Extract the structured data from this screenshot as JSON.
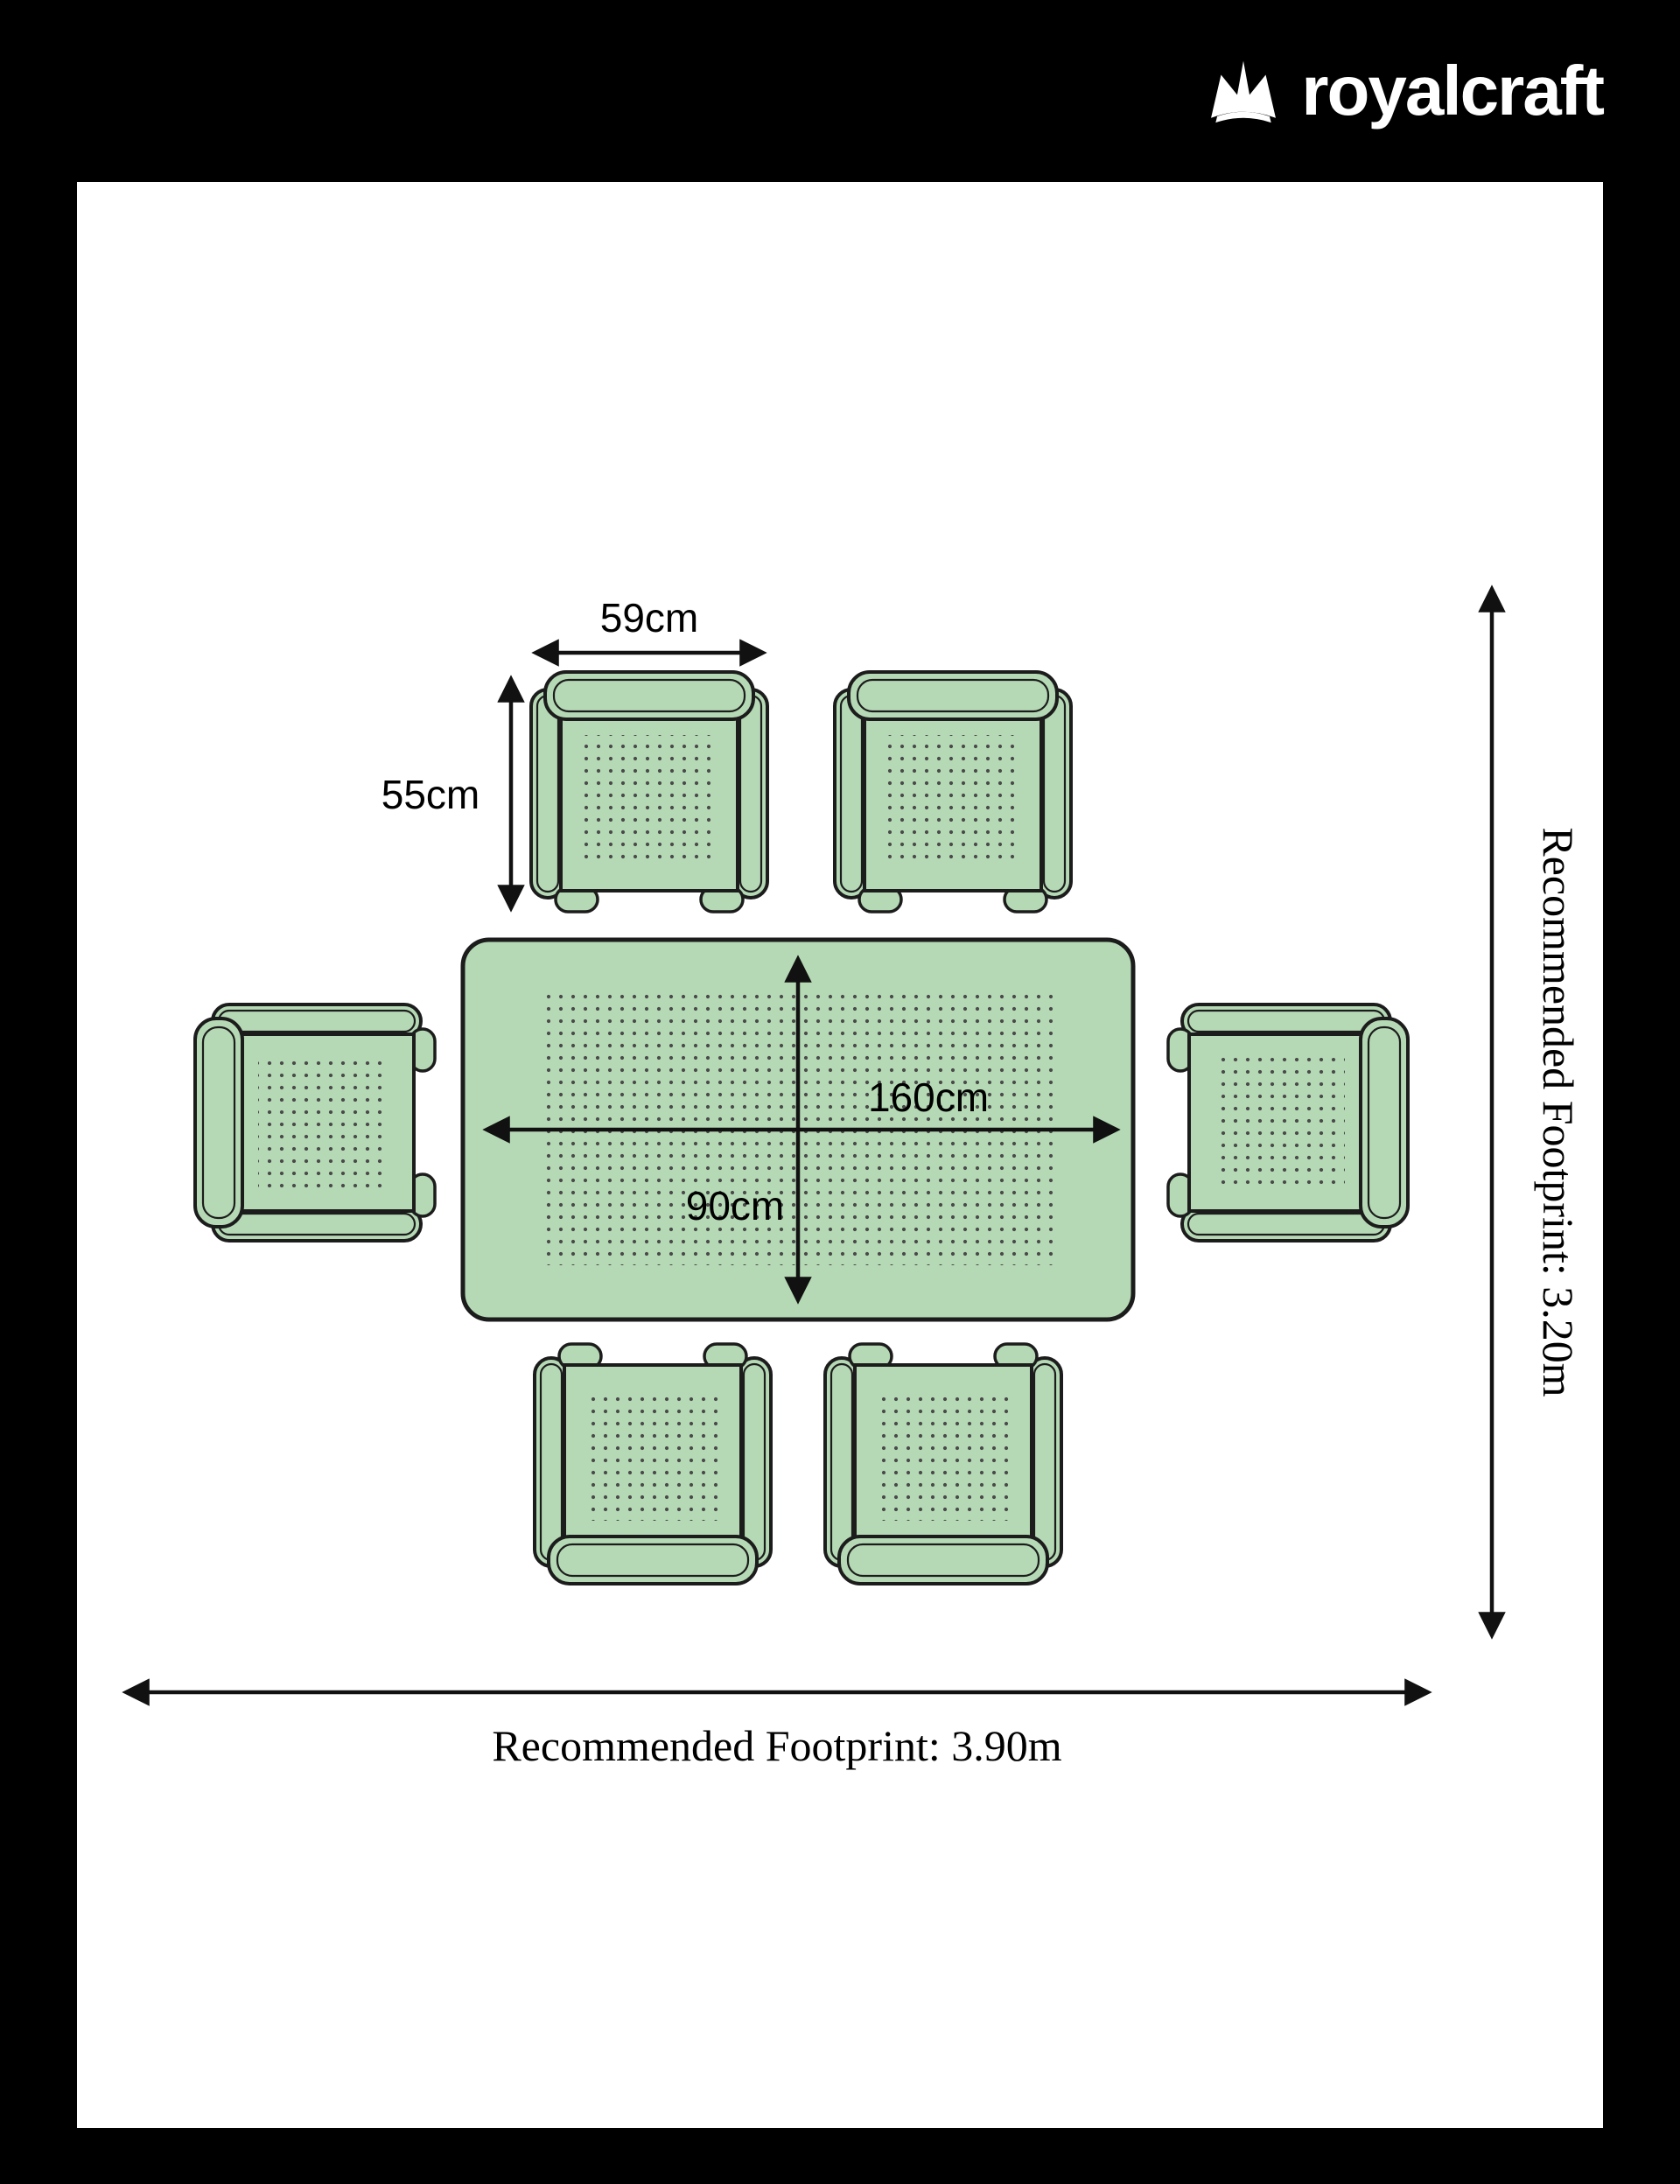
{
  "logo": {
    "text": "royalcraft",
    "icon": "crown-icon"
  },
  "diagram": {
    "labels": {
      "chair_width": "59cm",
      "chair_depth": "55cm",
      "table_length": "160cm",
      "table_width": "90cm",
      "footprint_horizontal": "Recommended Footprint: 3.90m",
      "footprint_vertical": "Recommended Footprint: 3.20m"
    },
    "furniture": {
      "table": "rectangular table top view",
      "chairs_count": 6
    },
    "colors": {
      "frame": "#000000",
      "canvas": "#ffffff",
      "furniture_fill": "#b5d9b5",
      "outline": "#1c1c1c",
      "dots": "#4a4a4a",
      "logo_text": "#ffffff"
    }
  }
}
